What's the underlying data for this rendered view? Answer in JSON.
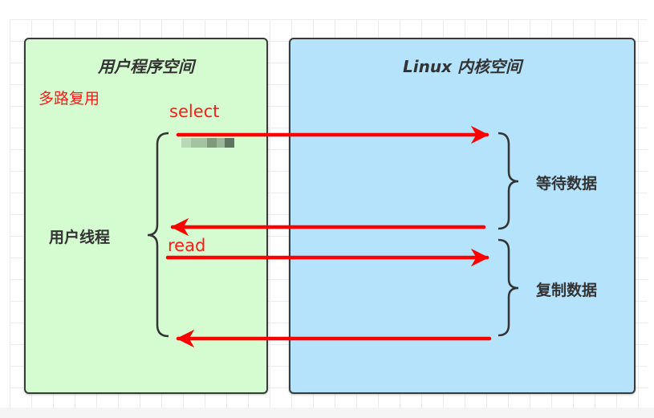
{
  "panels": {
    "user_space": {
      "title": "用户程序空间",
      "color": "#d4fcd0"
    },
    "kernel_space": {
      "title": "Linux 内核空间",
      "color": "#b5e3fb"
    }
  },
  "labels": {
    "io_model": "多路复用",
    "select_call": "select",
    "read_call": "read",
    "user_thread": "用户线程",
    "wait_data": "等待数据",
    "copy_data": "复制数据"
  },
  "arrows": [
    {
      "name": "select-request-arrow",
      "direction": "user-to-kernel",
      "label": "select"
    },
    {
      "name": "select-return-arrow",
      "direction": "kernel-to-user"
    },
    {
      "name": "read-request-arrow",
      "direction": "user-to-kernel",
      "label": "read"
    },
    {
      "name": "read-return-arrow",
      "direction": "kernel-to-user"
    }
  ],
  "colors": {
    "arrow": "#ff0000",
    "brace": "#333333",
    "text_red": "#ff1a1a"
  }
}
